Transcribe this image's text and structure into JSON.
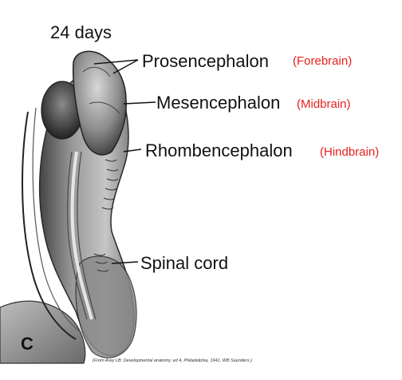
{
  "title": "24 days",
  "panel_letter": "C",
  "labels": [
    {
      "id": "prosencephalon",
      "text": "Prosencephalon",
      "alt": "(Forebrain)"
    },
    {
      "id": "mesencephalon",
      "text": "Mesencephalon",
      "alt": "(Midbrain)"
    },
    {
      "id": "rhombencephalon",
      "text": "Rhombencephalon",
      "alt": "(Hindbrain)"
    },
    {
      "id": "spinal-cord",
      "text": "Spinal cord",
      "alt": ""
    }
  ],
  "citation": "(From Arey LB: Developmental anatomy, ed 4, Philadelphia, 1941, WB Saunders.)",
  "colors": {
    "alt_label": "#e8201c",
    "text": "#111111"
  }
}
